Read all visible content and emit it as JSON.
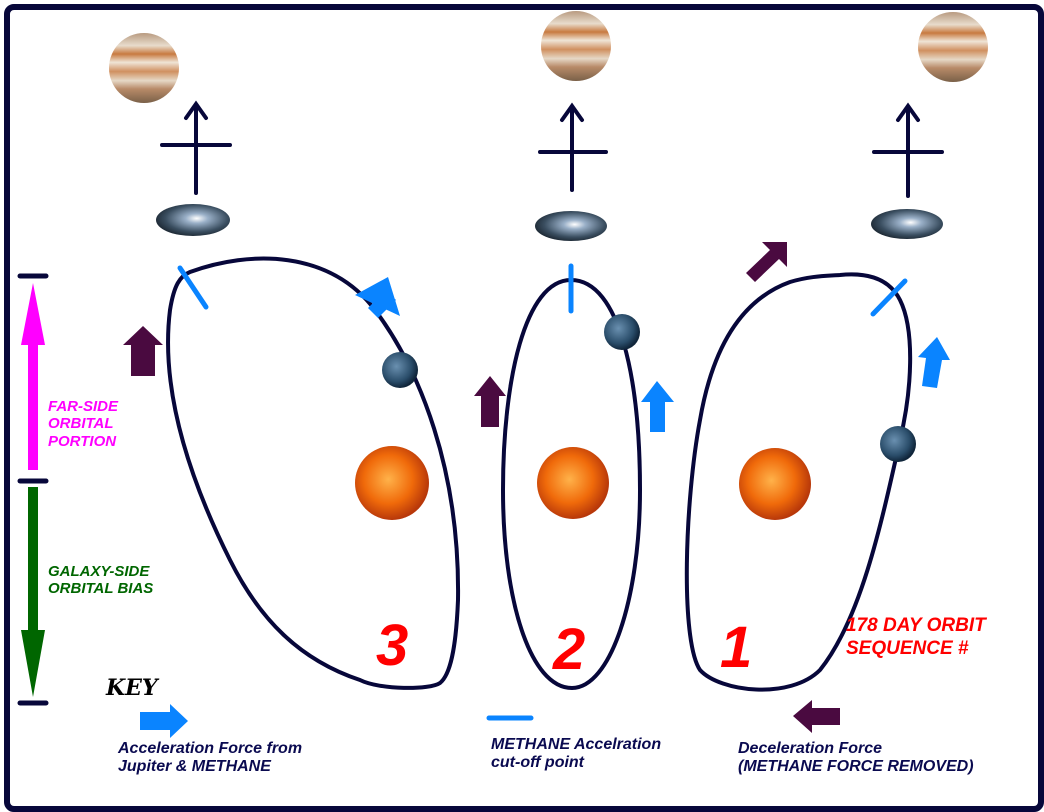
{
  "diagram": {
    "title_side_labels": {
      "far_side": "FAR-SIDE\nORBITAL\nPORTION",
      "galaxy_side": "GALAXY-SIDE\nORBITAL BIAS"
    },
    "orbits": [
      {
        "sequence": "3",
        "bodies": [
          "jupiter",
          "galaxy",
          "sun",
          "earth"
        ]
      },
      {
        "sequence": "2",
        "bodies": [
          "jupiter",
          "galaxy",
          "sun",
          "earth"
        ]
      },
      {
        "sequence": "1",
        "bodies": [
          "jupiter",
          "galaxy",
          "sun",
          "earth"
        ]
      }
    ],
    "orbit_note": "178 DAY ORBIT\nSEQUENCE #",
    "key": {
      "title": "KEY",
      "items": [
        {
          "icon": "blue-arrow-icon",
          "label": "Acceleration Force from\nJupiter & METHANE"
        },
        {
          "icon": "blue-dash-icon",
          "label": "METHANE Accelration\ncut-off point"
        },
        {
          "icon": "purple-arrow-icon",
          "label": "Deceleration Force\n(METHANE FORCE REMOVED)"
        }
      ]
    },
    "colors": {
      "frame": "#07073a",
      "orbit": "#07073a",
      "acceleration": "#0a84ff",
      "deceleration": "#4a0a40",
      "far_side": "#ff00ff",
      "galaxy_side": "#006600",
      "sequence": "#ff0000"
    }
  }
}
